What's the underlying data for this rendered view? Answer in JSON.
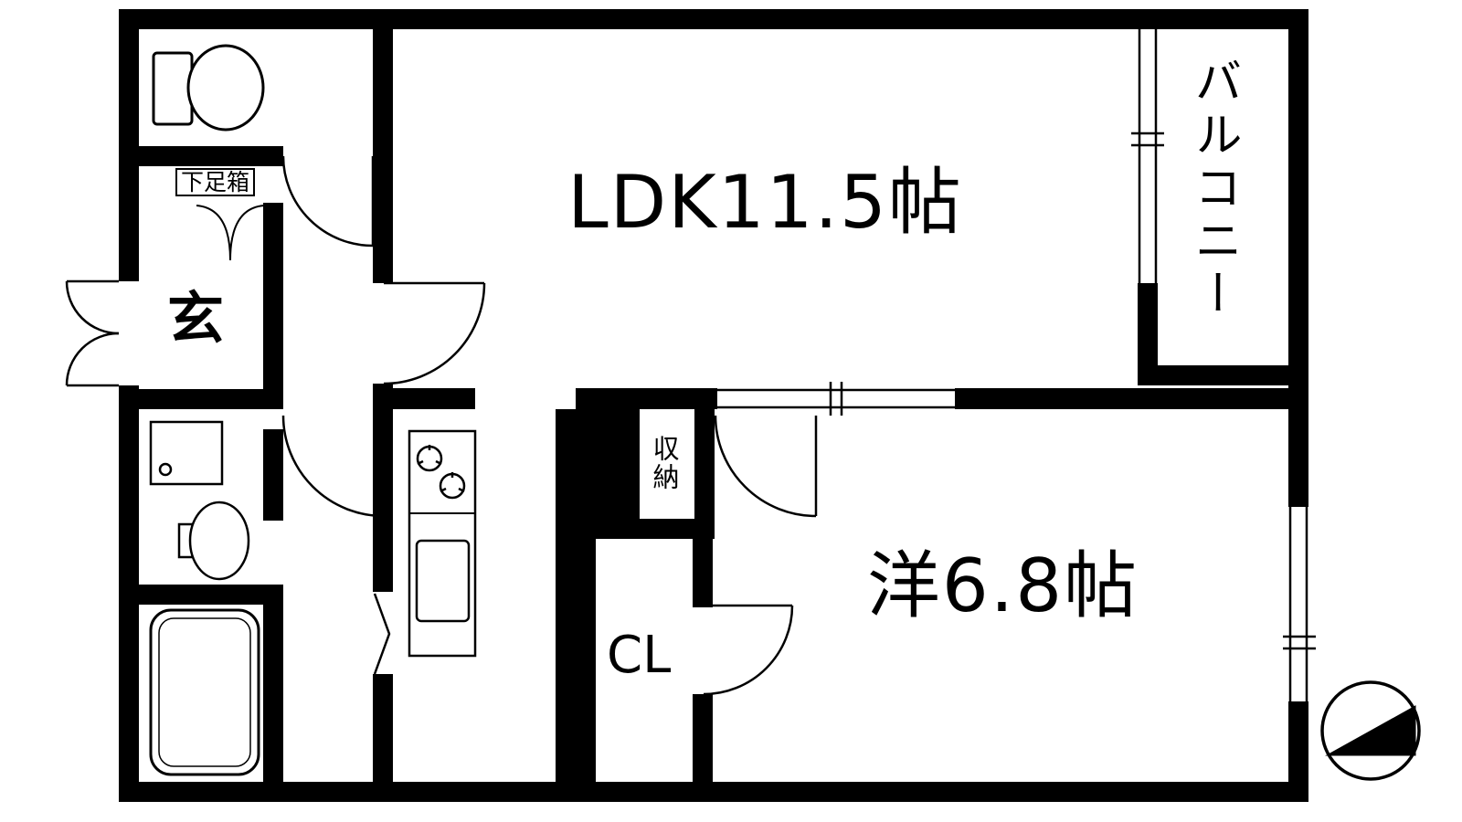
{
  "plan": {
    "title": "1LDK apartment floor plan",
    "rooms": {
      "ldk": {
        "label": "LDK11.5帖"
      },
      "western": {
        "label": "洋6.8帖"
      },
      "balcony": {
        "label": "バルコニー"
      },
      "entrance": {
        "label": "玄"
      },
      "shoe_box": {
        "label": "下足箱"
      },
      "storage": {
        "label": "収納"
      },
      "closet": {
        "label": "CL"
      }
    },
    "fixtures": {
      "icons": [
        "toilet-icon",
        "washbasin-counter-icon",
        "basin-icon",
        "bathtub-icon",
        "kitchen-stove-icon",
        "kitchen-sink-icon",
        "north-arrow-icon"
      ]
    },
    "colors": {
      "wall": "#000000",
      "floor": "#ffffff",
      "line": "#000000"
    }
  }
}
